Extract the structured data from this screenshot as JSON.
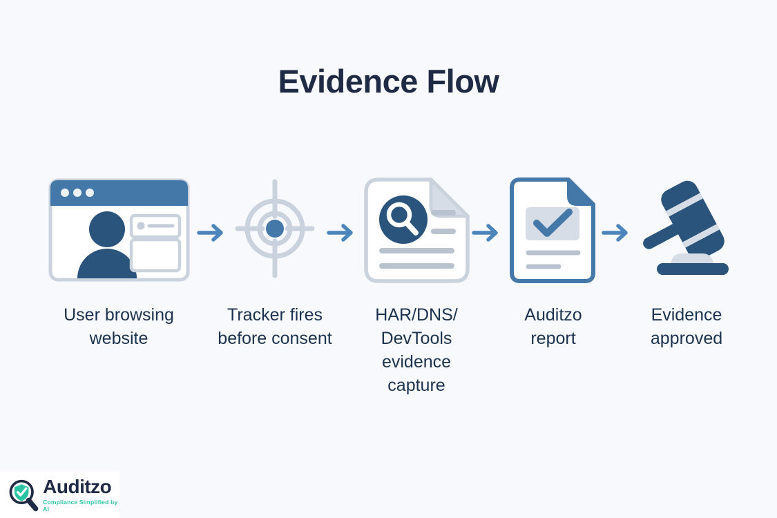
{
  "title": "Evidence Flow",
  "palette": {
    "background": "#f7f9fc",
    "heading_text": "#1f2b45",
    "label_text": "#1c3350",
    "blue": "#4478a8",
    "arrow_blue": "#4c85bb",
    "dark_blue": "#2b547c",
    "light_gray": "#c9d2dd",
    "pale_gray": "#d6dde6",
    "line_gray": "#b9c3cf",
    "teal": "#2bc4a3",
    "white": "#ffffff"
  },
  "flow": {
    "steps": [
      {
        "icon": "browser-user-icon",
        "label": "User browsing\nwebsite"
      },
      {
        "icon": "tracker-target-icon",
        "label": "Tracker fires\nbefore consent"
      },
      {
        "icon": "evidence-capture-document-icon",
        "label": "HAR/DNS/\nDevTools\nevidence\ncapture"
      },
      {
        "icon": "report-document-icon",
        "label": "Auditzo\nreport"
      },
      {
        "icon": "gavel-icon",
        "label": "Evidence\napproved"
      }
    ]
  },
  "logo": {
    "brand": "Auditzo",
    "tagline": "Compliance Simplified by AI"
  }
}
